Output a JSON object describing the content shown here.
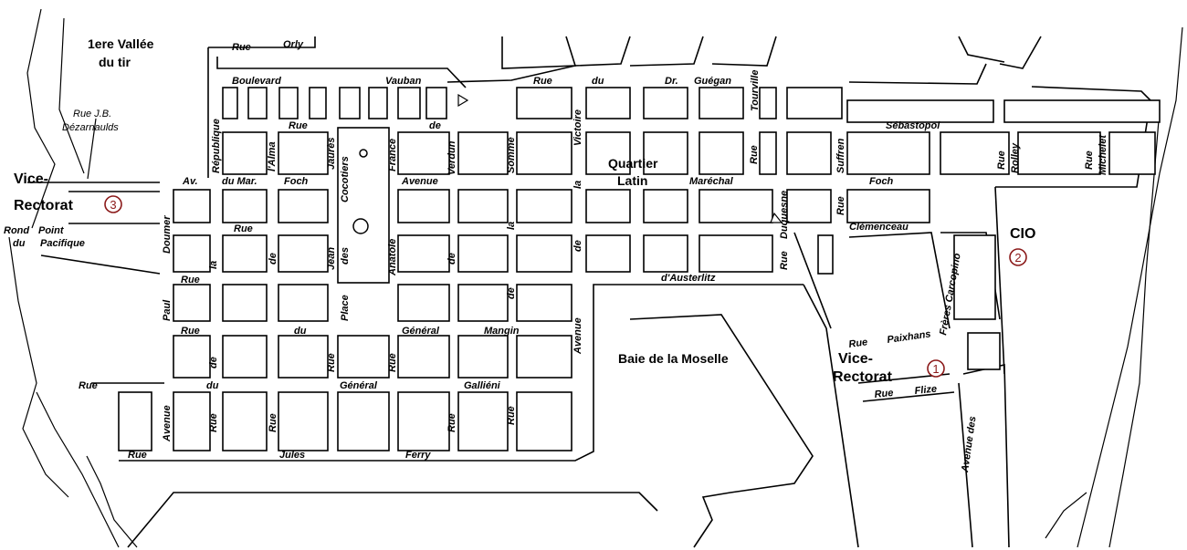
{
  "places": {
    "vallee": [
      "1ere Vallée",
      "du tir"
    ],
    "rue_jb": [
      "Rue J.B.",
      "Dézarnaulds"
    ],
    "vice_rectorat_left": [
      "Vice-",
      "Rectorat"
    ],
    "rond_point": [
      "Rond",
      "Point",
      "du",
      "Pacifique"
    ],
    "quartier_latin": [
      "Quartier",
      "Latin"
    ],
    "baie": "Baie de la Moselle",
    "cio": "CIO",
    "vice_rectorat_right": [
      "Vice-",
      "Rectorat"
    ]
  },
  "markers": {
    "m1": "1",
    "m2": "2",
    "m3": "3"
  },
  "streets": {
    "rue_orly": [
      "Rue",
      "Orly"
    ],
    "boulevard_vauban": [
      "Boulevard",
      "Vauban"
    ],
    "rue_dr_guegan": [
      "Rue",
      "du",
      "Dr.",
      "Guégan"
    ],
    "tourville": "Tourville",
    "republique": "République",
    "rue_de_verdun": [
      "Rue",
      "de",
      "Verdun"
    ],
    "sebastopol": "Sébastopol",
    "alma": "l'Alma",
    "jaures": "Jaurès",
    "cocotiers": "Cocotiers",
    "france": "France",
    "somme": "Somme",
    "victoire": "Victoire",
    "la": "la",
    "rue_v": "Rue",
    "av_foch": [
      "Av.",
      "du Mar.",
      "Foch"
    ],
    "avenue": "Avenue",
    "marechal_foch": [
      "Maréchal",
      "Foch"
    ],
    "duquesne": "Duquesne",
    "suffren": "Suffren",
    "rolley": [
      "Rue",
      "Rolley"
    ],
    "michelet": [
      "Rue",
      "Michelet"
    ],
    "clemenceau": "Clémenceau",
    "rue_de_la": [
      "Rue",
      "la",
      "de"
    ],
    "doumer": "Doumer",
    "des": "des",
    "jean": "Jean",
    "anatole": "Anatole",
    "de": "de",
    "austerlitz": "d'Austerlitz",
    "freres_carcopino": "Frères Carcopino",
    "rue_h": "Rue",
    "paul": "Paul",
    "place": "Place",
    "rue_du_general_mangin": [
      "Rue",
      "du",
      "Général",
      "Mangin"
    ],
    "avenue_v": "Avenue",
    "rue_paixhans": [
      "Rue",
      "Paixhans"
    ],
    "rue_flize": [
      "Rue",
      "Flize"
    ],
    "avenue_des": "Avenue des",
    "rue_du_general_gallieni": [
      "Rue",
      "du",
      "Général",
      "Galliéni"
    ],
    "rue_jules_ferry": [
      "Rue",
      "Jules",
      "Ferry"
    ]
  }
}
